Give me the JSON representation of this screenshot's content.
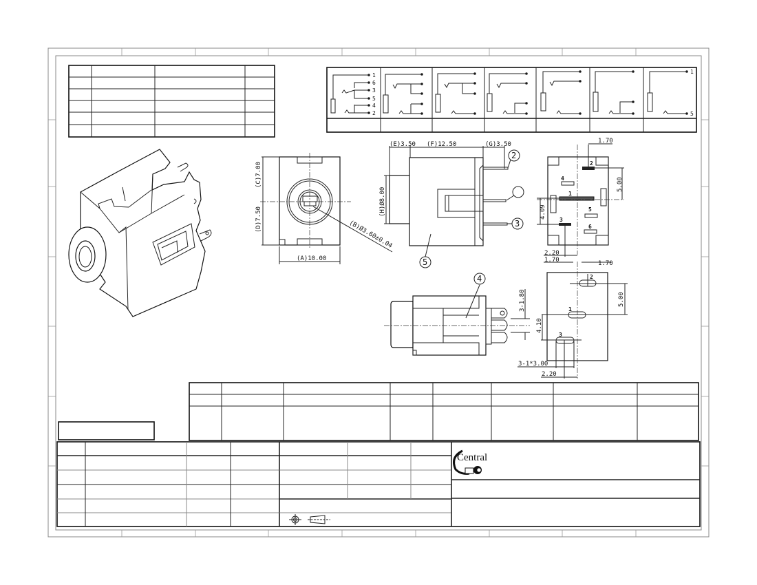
{
  "drawing": {
    "type": "Engineering drawing - audio jack connector",
    "frame": {
      "column_ticks_x": [
        81,
        177,
        284,
        390,
        497,
        604,
        711,
        817,
        924,
        1019
      ],
      "row_ticks_y": [
        81,
        174,
        271,
        373,
        474,
        576,
        677,
        770
      ]
    },
    "revision_table": {
      "rows": 6,
      "cols": 4,
      "cells": []
    },
    "schematics": {
      "count": 7,
      "first_pin_labels": [
        "1",
        "6",
        "3",
        "5",
        "4",
        "2"
      ],
      "last_pin_labels": [
        "1",
        "5"
      ],
      "captions": [
        "",
        "",
        "",
        "",
        "",
        "",
        ""
      ]
    },
    "front_view": {
      "dim_A": "(A)10.00",
      "dim_B": "(B)Ø3.60±0.04",
      "dim_C": "(C)7.00",
      "dim_D": "(D)7.50"
    },
    "side_view": {
      "dim_E": "(E)3.50",
      "dim_F": "(F)12.50",
      "dim_G": "(G)3.50",
      "dim_H": "(H)Ø8.00",
      "bubbles": {
        "b2": "2",
        "b1": "",
        "b3": "3",
        "b5": "5"
      }
    },
    "bottom_view": {
      "dim_1_70_top": "1.70",
      "dim_5_00": "5.00",
      "dim_4_09": "4.09",
      "dim_2_20": "2.20",
      "dim_1_70_left": "1.70",
      "dim_1_70_right": "1.70",
      "pins": [
        "1",
        "2",
        "3",
        "4",
        "5",
        "6"
      ]
    },
    "top_side_view": {
      "bubble": "4",
      "dim_3_1_80": "3-1.80"
    },
    "pcb_layout": {
      "dim_5_00": "5.00",
      "dim_4_10": "4.10",
      "dim_3_1x3_00": "3-1*3.00",
      "dim_2_20": "2.20",
      "pins": [
        "1",
        "2",
        "3"
      ]
    },
    "spec_table": {
      "cols": 8,
      "rows": 3,
      "cells": []
    },
    "title_block": {
      "company_logo": "Central",
      "symbols": [
        "first-angle-projection-symbol"
      ],
      "cells": []
    }
  }
}
